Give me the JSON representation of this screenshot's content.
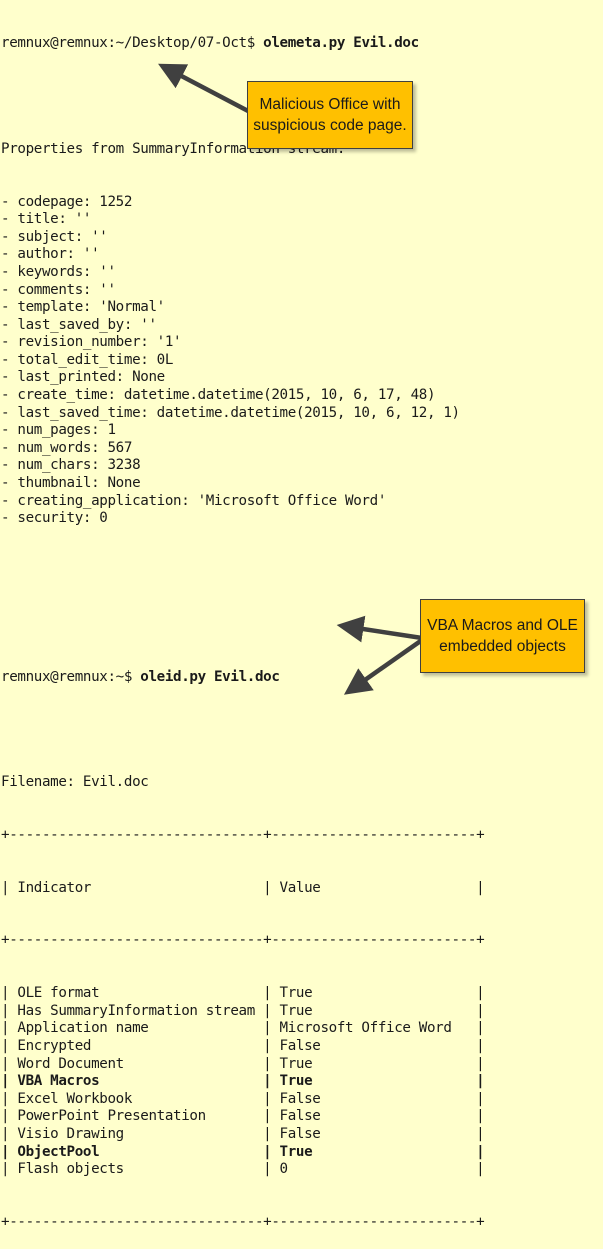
{
  "colors": {
    "background": "#ffffcc",
    "callout_fill": "#ffc000",
    "callout_border": "#404040",
    "arrow": "#404040",
    "text": "#1a1a1a"
  },
  "olemeta": {
    "prompt": "remnux@remnux:~/Desktop/07-Oct$ ",
    "command": "olemeta.py Evil.doc",
    "header": "Properties from SummaryInformation stream:",
    "properties": [
      "- codepage: 1252",
      "- title: ''",
      "- subject: ''",
      "- author: ''",
      "- keywords: ''",
      "- comments: ''",
      "- template: 'Normal'",
      "- last_saved_by: ''",
      "- revision_number: '1'",
      "- total_edit_time: 0L",
      "- last_printed: None",
      "- create_time: datetime.datetime(2015, 10, 6, 17, 48)",
      "- last_saved_time: datetime.datetime(2015, 10, 6, 12, 1)",
      "- num_pages: 1",
      "- num_words: 567",
      "- num_chars: 3238",
      "- thumbnail: None",
      "- creating_application: 'Microsoft Office Word'",
      "- security: 0"
    ]
  },
  "oleid": {
    "prompt": "remnux@remnux:~$ ",
    "command": "oleid.py Evil.doc",
    "filename_line": "Filename: Evil.doc",
    "border": "+-------------------------------+-------------------------+",
    "header_row": "| Indicator                     | Value                   |",
    "rows": [
      {
        "text": "| OLE format                    | True                    |",
        "highlight": false
      },
      {
        "text": "| Has SummaryInformation stream | True                    |",
        "highlight": false
      },
      {
        "text": "| Application name              | Microsoft Office Word   |",
        "highlight": false
      },
      {
        "text": "| Encrypted                     | False                   |",
        "highlight": false
      },
      {
        "text": "| Word Document                 | True                    |",
        "highlight": false
      },
      {
        "text": "| VBA Macros                    | True                    |",
        "highlight": true
      },
      {
        "text": "| Excel Workbook                | False                   |",
        "highlight": false
      },
      {
        "text": "| PowerPoint Presentation       | False                   |",
        "highlight": false
      },
      {
        "text": "| Visio Drawing                 | False                   |",
        "highlight": false
      },
      {
        "text": "| ObjectPool                    | True                    |",
        "highlight": true
      },
      {
        "text": "| Flash objects                 | 0                       |",
        "highlight": false
      }
    ]
  },
  "callouts": {
    "codepage": {
      "line1": "Malicious Office with",
      "line2": "suspicious code page."
    },
    "macros": {
      "line1": "VBA Macros and OLE",
      "line2": "embedded objects"
    }
  }
}
